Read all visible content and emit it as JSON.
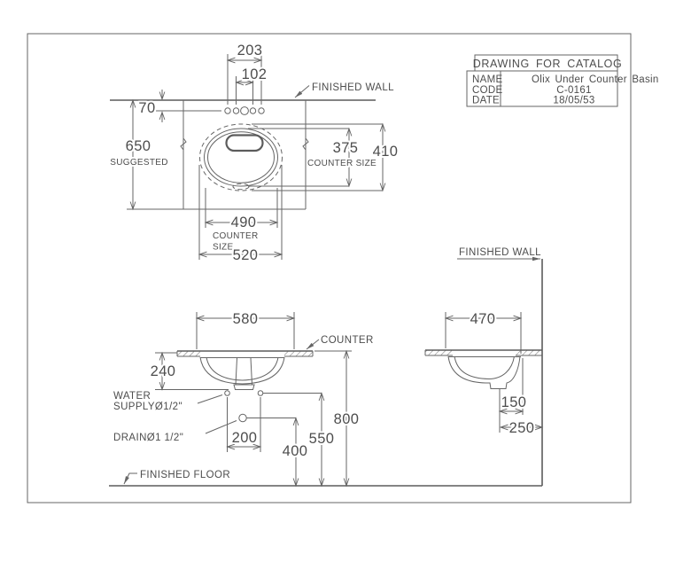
{
  "title_block": {
    "header": "DRAWING FOR CATALOG",
    "name_label": "NAME",
    "name_value": "Olix Under Counter Basin",
    "code_label": "CODE",
    "code_value": "C-0161",
    "date_label": "DATE",
    "date_value": "18/05/53"
  },
  "plan_view": {
    "finished_wall": "FINISHED WALL",
    "dim_faucet_span": "203",
    "dim_faucet_inner": "102",
    "dim_wall_offset": "70",
    "dim_suggested_depth": "650",
    "suggested": "SUGGESTED",
    "dim_cutout_depth": "375",
    "dim_basin_depth": "410",
    "counter_size_right": "COUNTER SIZE",
    "dim_cutout_width": "490",
    "counter_word": "COUNTER",
    "size_word": "SIZE",
    "dim_basin_width": "520"
  },
  "front_view": {
    "dim_basin_width": "580",
    "counter_label": "COUNTER",
    "dim_basin_depth": "240",
    "water_label_line1": "WATER",
    "water_label_line2": "SUPPLYØ1/2\"",
    "drain_label": "DRAINØ1 1/2\"",
    "dim_supply_spacing": "200",
    "dim_drain_height": "400",
    "dim_supply_height": "550",
    "dim_counter_height": "800",
    "finished_floor": "FINISHED FLOOR"
  },
  "side_view": {
    "finished_wall": "FINISHED WALL",
    "dim_basin_front_depth": "470",
    "dim_drain_offset": "150",
    "dim_drain_wall_offset": "250"
  },
  "colors": {
    "line": "#666666",
    "text": "#4d4d4d",
    "background": "#ffffff"
  }
}
